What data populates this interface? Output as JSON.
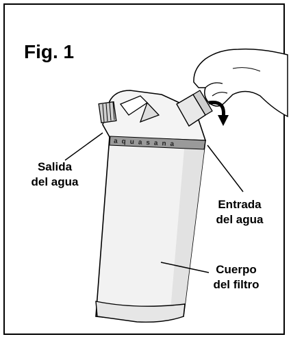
{
  "figure": {
    "title": "Fig. 1",
    "brand_text": "aquasana",
    "labels": {
      "outlet_line1": "Salida",
      "outlet_line2": "del agua",
      "inlet_line1": "Entrada",
      "inlet_line2": "del agua",
      "body_line1": "Cuerpo",
      "body_line2": "del filtro"
    }
  },
  "colors": {
    "ink": "#000000",
    "bottle_fill": "#f2f2f2",
    "bottle_shade": "#dcdcdc",
    "grey_band": "#9a9a9a",
    "background": "#ffffff"
  }
}
